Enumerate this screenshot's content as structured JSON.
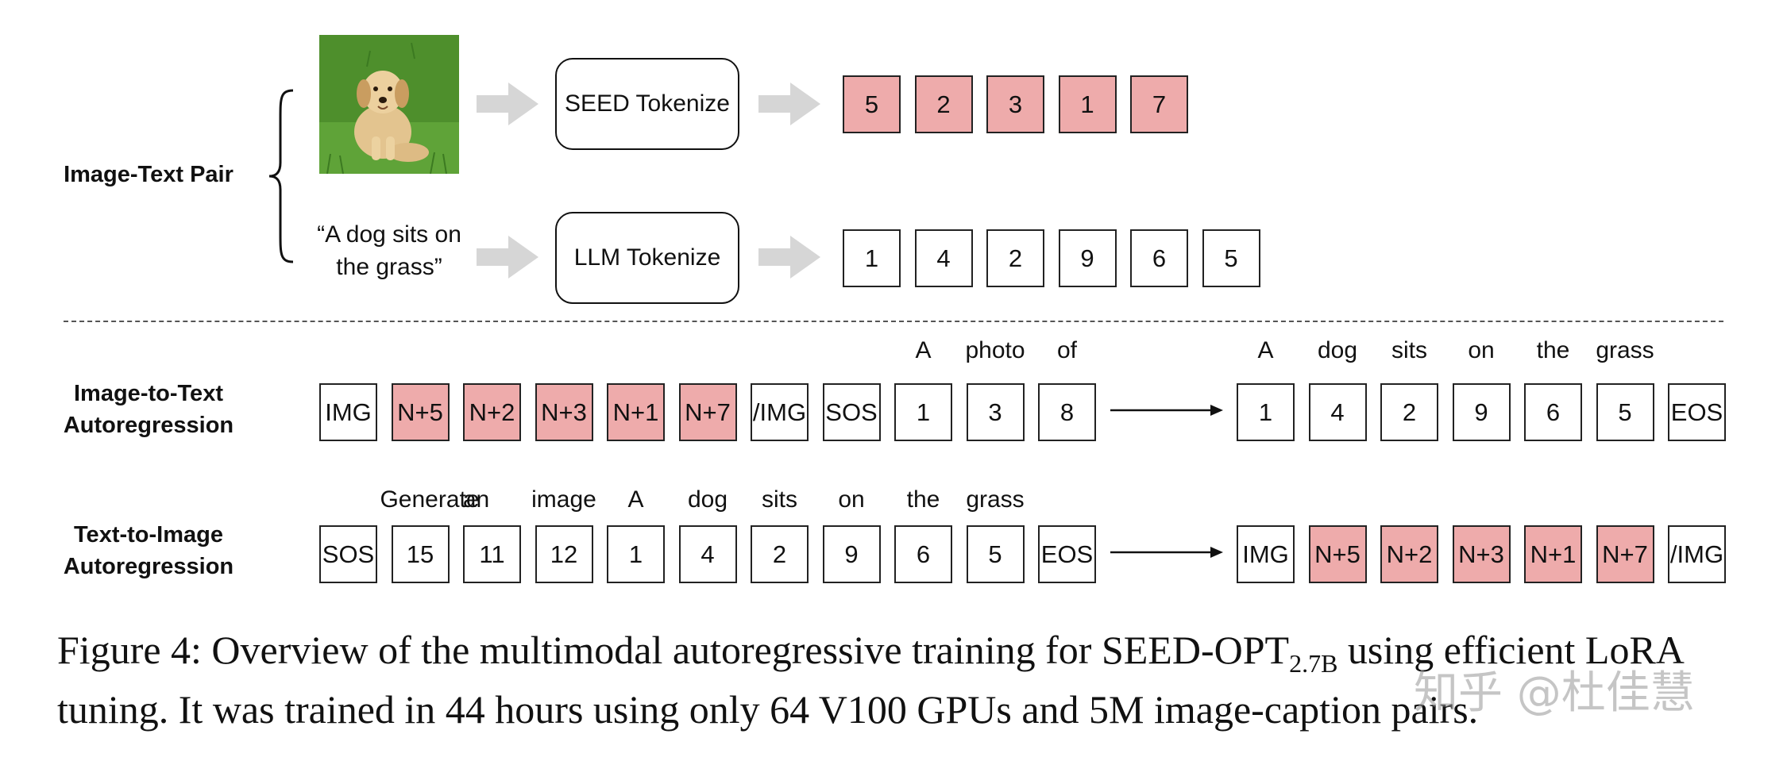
{
  "labels": {
    "pair": "Image-Text Pair",
    "i2t": "Image-to-Text Autoregression",
    "t2i": "Text-to-Image Autoregression"
  },
  "tokenizers": {
    "seed": "SEED Tokenize",
    "llm": "LLM Tokenize"
  },
  "quote": "“A dog sits on the grass”",
  "image_alt": "puppy-photo",
  "seed_tokens": [
    "5",
    "2",
    "3",
    "1",
    "7"
  ],
  "llm_tokens": [
    "1",
    "4",
    "2",
    "9",
    "6",
    "5"
  ],
  "i2t": {
    "input": [
      {
        "t": "IMG",
        "pink": false
      },
      {
        "t": "N+5",
        "pink": true
      },
      {
        "t": "N+2",
        "pink": true
      },
      {
        "t": "N+3",
        "pink": true
      },
      {
        "t": "N+1",
        "pink": true
      },
      {
        "t": "N+7",
        "pink": true
      },
      {
        "t": "/IMG",
        "pink": false
      },
      {
        "t": "SOS",
        "pink": false
      },
      {
        "t": "1",
        "pink": false
      },
      {
        "t": "3",
        "pink": false
      },
      {
        "t": "8",
        "pink": false
      }
    ],
    "input_words": [
      "A",
      "photo",
      "of"
    ],
    "output": [
      {
        "t": "1",
        "pink": false
      },
      {
        "t": "4",
        "pink": false
      },
      {
        "t": "2",
        "pink": false
      },
      {
        "t": "9",
        "pink": false
      },
      {
        "t": "6",
        "pink": false
      },
      {
        "t": "5",
        "pink": false
      },
      {
        "t": "EOS",
        "pink": false
      }
    ],
    "output_words": [
      "A",
      "dog",
      "sits",
      "on",
      "the",
      "grass"
    ]
  },
  "t2i": {
    "input": [
      {
        "t": "SOS",
        "pink": false
      },
      {
        "t": "15",
        "pink": false
      },
      {
        "t": "11",
        "pink": false
      },
      {
        "t": "12",
        "pink": false
      },
      {
        "t": "1",
        "pink": false
      },
      {
        "t": "4",
        "pink": false
      },
      {
        "t": "2",
        "pink": false
      },
      {
        "t": "9",
        "pink": false
      },
      {
        "t": "6",
        "pink": false
      },
      {
        "t": "5",
        "pink": false
      },
      {
        "t": "EOS",
        "pink": false
      }
    ],
    "input_words": [
      "Generate",
      "an",
      "image",
      "A",
      "dog",
      "sits",
      "on",
      "the",
      "grass"
    ],
    "output": [
      {
        "t": "IMG",
        "pink": false
      },
      {
        "t": "N+5",
        "pink": true
      },
      {
        "t": "N+2",
        "pink": true
      },
      {
        "t": "N+3",
        "pink": true
      },
      {
        "t": "N+1",
        "pink": true
      },
      {
        "t": "N+7",
        "pink": true
      },
      {
        "t": "/IMG",
        "pink": false
      }
    ]
  },
  "caption": {
    "prefix": "Figure 4: Overview of the multimodal autoregressive training for SEED-OPT",
    "sub": "2.7B",
    "suffix": " using efficient LoRA tuning. It was trained in 44 hours using only 64 V100 GPUs and 5M image-caption pairs."
  },
  "watermark": "知乎 @杜佳慧",
  "colors": {
    "token_pink": "#eeabab",
    "arrow_gray": "#d6d6d6"
  }
}
